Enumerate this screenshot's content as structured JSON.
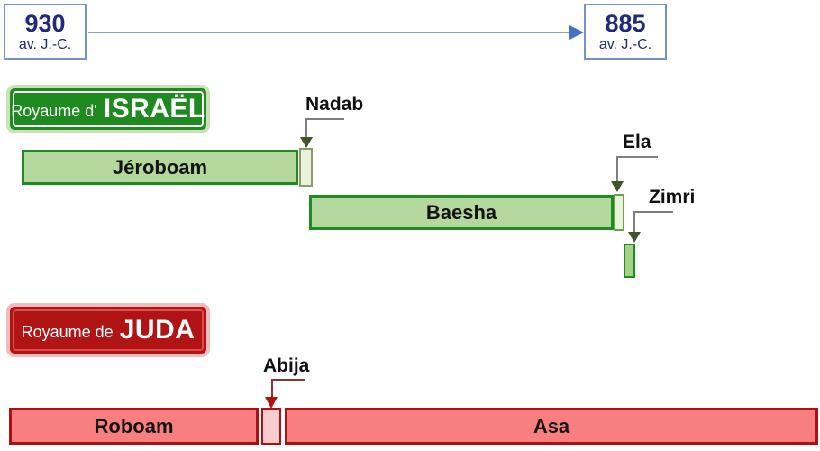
{
  "timeline": {
    "start": {
      "year": "930",
      "era": "av. J.-C."
    },
    "end": {
      "year": "885",
      "era": "av. J.-C."
    }
  },
  "israel": {
    "sign": {
      "prefix": "Royaume d'",
      "name": "ISRAËL"
    },
    "kings": {
      "jeroboam": "Jéroboam",
      "nadab": "Nadab",
      "baesha": "Baesha",
      "ela": "Ela",
      "zimri": "Zimri"
    }
  },
  "juda": {
    "sign": {
      "prefix": "Royaume de",
      "name": "JUDA"
    },
    "kings": {
      "roboam": "Roboam",
      "abija": "Abija",
      "asa": "Asa"
    }
  },
  "colors": {
    "blue_border": "#7691c4",
    "navy_text": "#20297a",
    "arrow_head": "#4472c4",
    "israel_green": "#1e8a1f",
    "green_bar_fill": "#b4d79d",
    "green_bar_border": "#1e8c1e",
    "segment_green_fill": "#eaf2de",
    "zimri_fill": "#a4d289",
    "juda_red": "#b11414",
    "red_bar_fill": "#f77f7f",
    "red_bar_border": "#ac1212",
    "abija_fill": "#f9cdcd"
  }
}
